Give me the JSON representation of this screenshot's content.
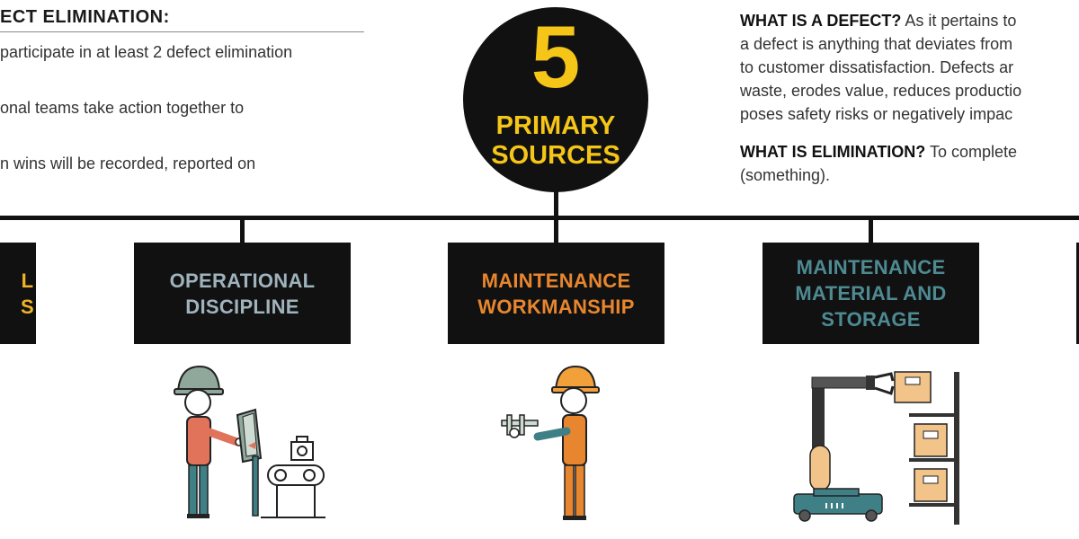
{
  "left": {
    "heading": "ECT ELIMINATION:",
    "bullets": [
      "participate in at least 2 defect elimination",
      "onal teams take action together to",
      "n wins will be recorded, reported on"
    ]
  },
  "center": {
    "number": "5",
    "label_line1": "PRIMARY",
    "label_line2": "SOURCES"
  },
  "right": {
    "defect_q": "WHAT IS A DEFECT?",
    "defect_lines": [
      " As it pertains to",
      "a defect is anything that deviates from",
      "to customer dissatisfaction. Defects ar",
      "waste, erodes value, reduces productio",
      "poses safety risks or negatively impac"
    ],
    "elim_q": "WHAT IS ELIMINATION?",
    "elim_lines": [
      " To complete",
      "(something)."
    ]
  },
  "sources": [
    {
      "label": "L\nS",
      "color": "#f0b429"
    },
    {
      "label": "OPERATIONAL\nDISCIPLINE",
      "color": "#9fb3bd"
    },
    {
      "label": "MAINTENANCE\nWORKMANSHIP",
      "color": "#e8862f"
    },
    {
      "label": "MAINTENANCE\nMATERIAL AND\nSTORAGE",
      "color": "#4e8a92"
    }
  ],
  "colors": {
    "black": "#111111",
    "yellow": "#f5c518",
    "teal": "#3f7f86",
    "orange": "#e8862f",
    "coral": "#e0735a",
    "box_tan": "#f2c48a"
  },
  "icons": [
    "worker-at-terminal-icon",
    "worker-with-caliper-icon",
    "robotic-arm-storage-icon"
  ]
}
